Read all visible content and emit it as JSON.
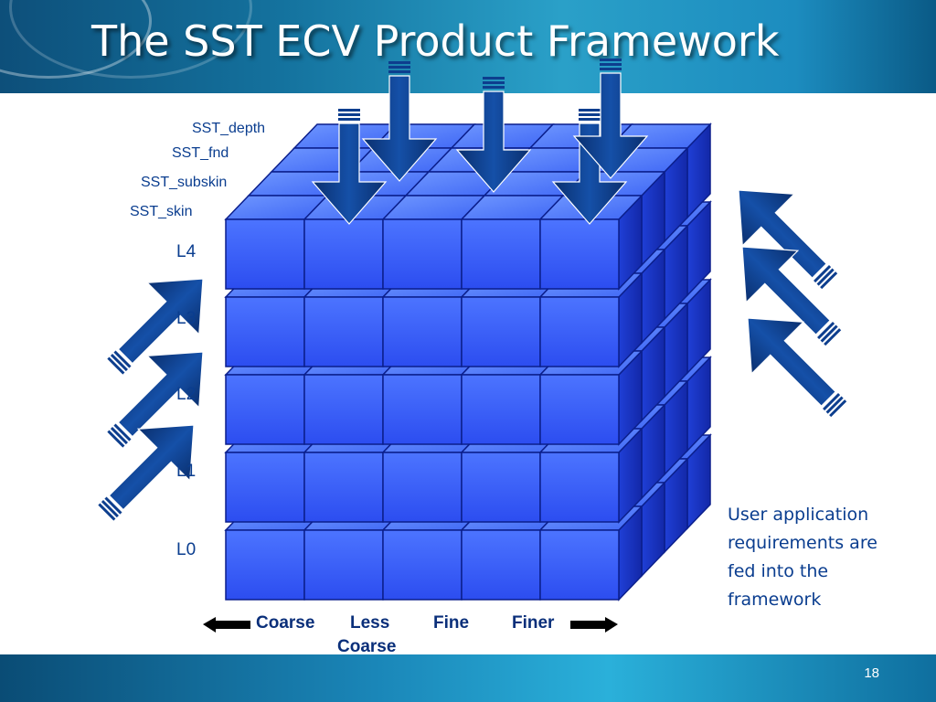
{
  "slide": {
    "title": "The SST ECV Product Framework",
    "page_number": "18"
  },
  "depth_labels": [
    "SST_depth",
    "SST_fnd",
    "SST_subskin",
    "SST_skin"
  ],
  "level_labels": [
    "L4",
    "L3",
    "L2",
    "L1",
    "L0"
  ],
  "resolution_labels": {
    "coarse": "Coarse",
    "less_coarse_line1": "Less",
    "less_coarse_line2": "Coarse",
    "fine": "Fine",
    "finer": "Finer"
  },
  "note": "User application requirements are fed into the framework",
  "colors": {
    "cube_front": "#3a63ff",
    "cube_top": "#5a86ff",
    "cube_side": "#1a34c8",
    "arrow": "#0d3e8e",
    "label_text": "#0a3d8f"
  }
}
